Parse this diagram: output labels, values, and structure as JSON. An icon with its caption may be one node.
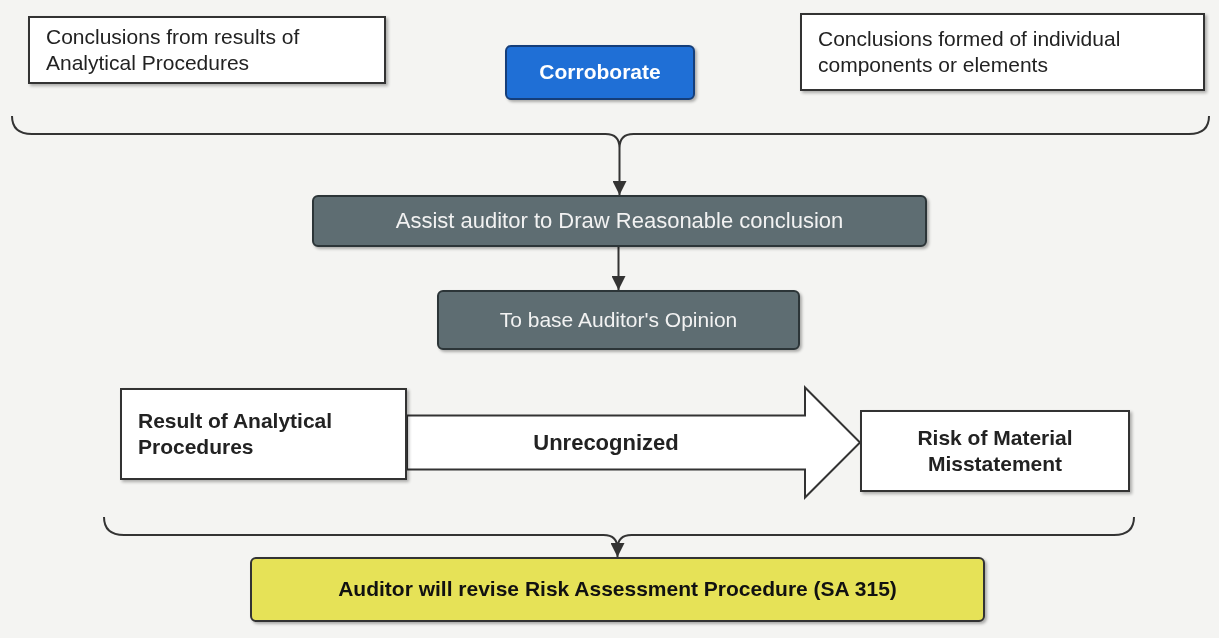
{
  "diagram": {
    "nodes": [
      {
        "text": [
          "Conclusions from results of Analytical Procedures"
        ]
      },
      {
        "text": [
          "Corroborate"
        ]
      },
      {
        "text": [
          "Conclusions formed of individual components or elements"
        ]
      },
      {
        "text": [
          "Assist auditor to Draw Reasonable conclusion"
        ]
      },
      {
        "text": [
          "To base Auditor's Opinion"
        ]
      },
      {
        "text": [
          "Result of Analytical Procedures"
        ]
      },
      {
        "text": [
          "Risk of Material Misstatement"
        ]
      },
      {
        "text": [
          "Auditor will revise Risk Assessment Procedure (SA 315)"
        ]
      }
    ],
    "edges": [
      {
        "from": 0,
        "to": 3,
        "arrow": "to"
      },
      {
        "from": 2,
        "to": 3,
        "arrow": "to"
      },
      {
        "from": 3,
        "to": 4,
        "arrow": "to"
      },
      {
        "from": 5,
        "to": 6,
        "arrow": "to",
        "label": "Unrecognized",
        "style": "thick"
      },
      {
        "from": 5,
        "to": 7,
        "arrow": "to"
      },
      {
        "from": 6,
        "to": 7,
        "arrow": "to"
      }
    ]
  }
}
